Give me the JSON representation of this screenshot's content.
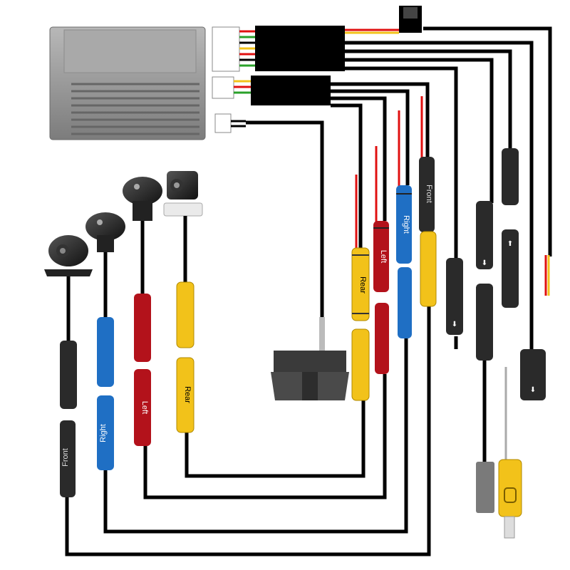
{
  "labels": {
    "cam_right": "Right",
    "cam_left": "Left",
    "cam_rear": "Rear",
    "cam_front": "Front",
    "harness_rear": "Rear",
    "harness_left": "Left",
    "harness_right": "Right",
    "harness_front": "Front"
  },
  "colors": {
    "background": "#ffffff",
    "box_gray": "#9a9a9a",
    "wire_black": "#000000",
    "connector_black": "#2a2a2a",
    "blue": "#1f6fc4",
    "red": "#b3121b",
    "yellow": "#f2c21a",
    "wire_red": "#e01010"
  }
}
